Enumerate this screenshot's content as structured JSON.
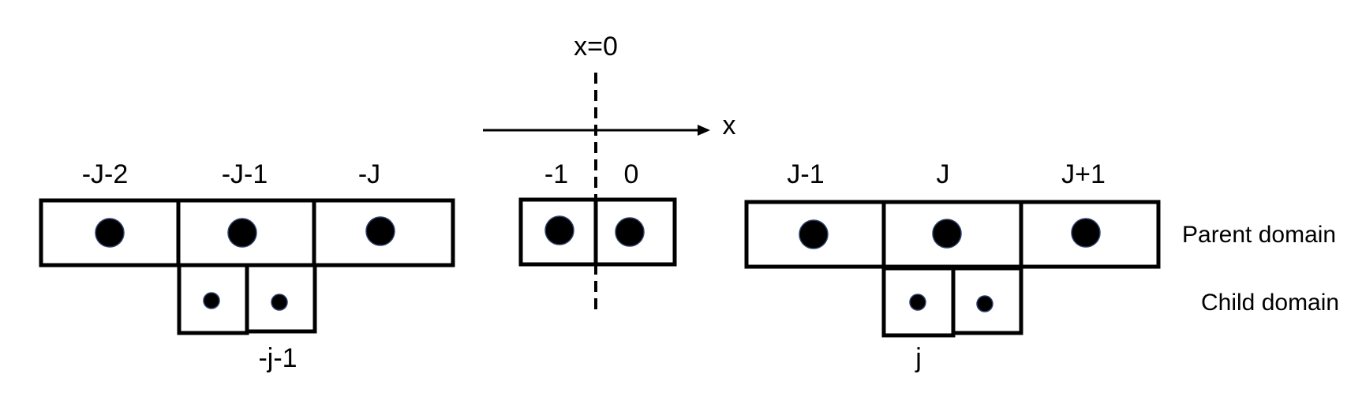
{
  "axis": {
    "variable_label": "x",
    "origin_label": "x=0"
  },
  "left_group": {
    "parent_cells": [
      "-J-2",
      "-J-1",
      "-J"
    ],
    "child_label": "-j-1"
  },
  "center_group": {
    "cells": [
      "-1",
      "0"
    ]
  },
  "right_group": {
    "parent_cells": [
      "J-1",
      "J",
      "J+1"
    ],
    "child_label": "j"
  },
  "legend": {
    "parent": "Parent domain",
    "child": "Child domain"
  }
}
